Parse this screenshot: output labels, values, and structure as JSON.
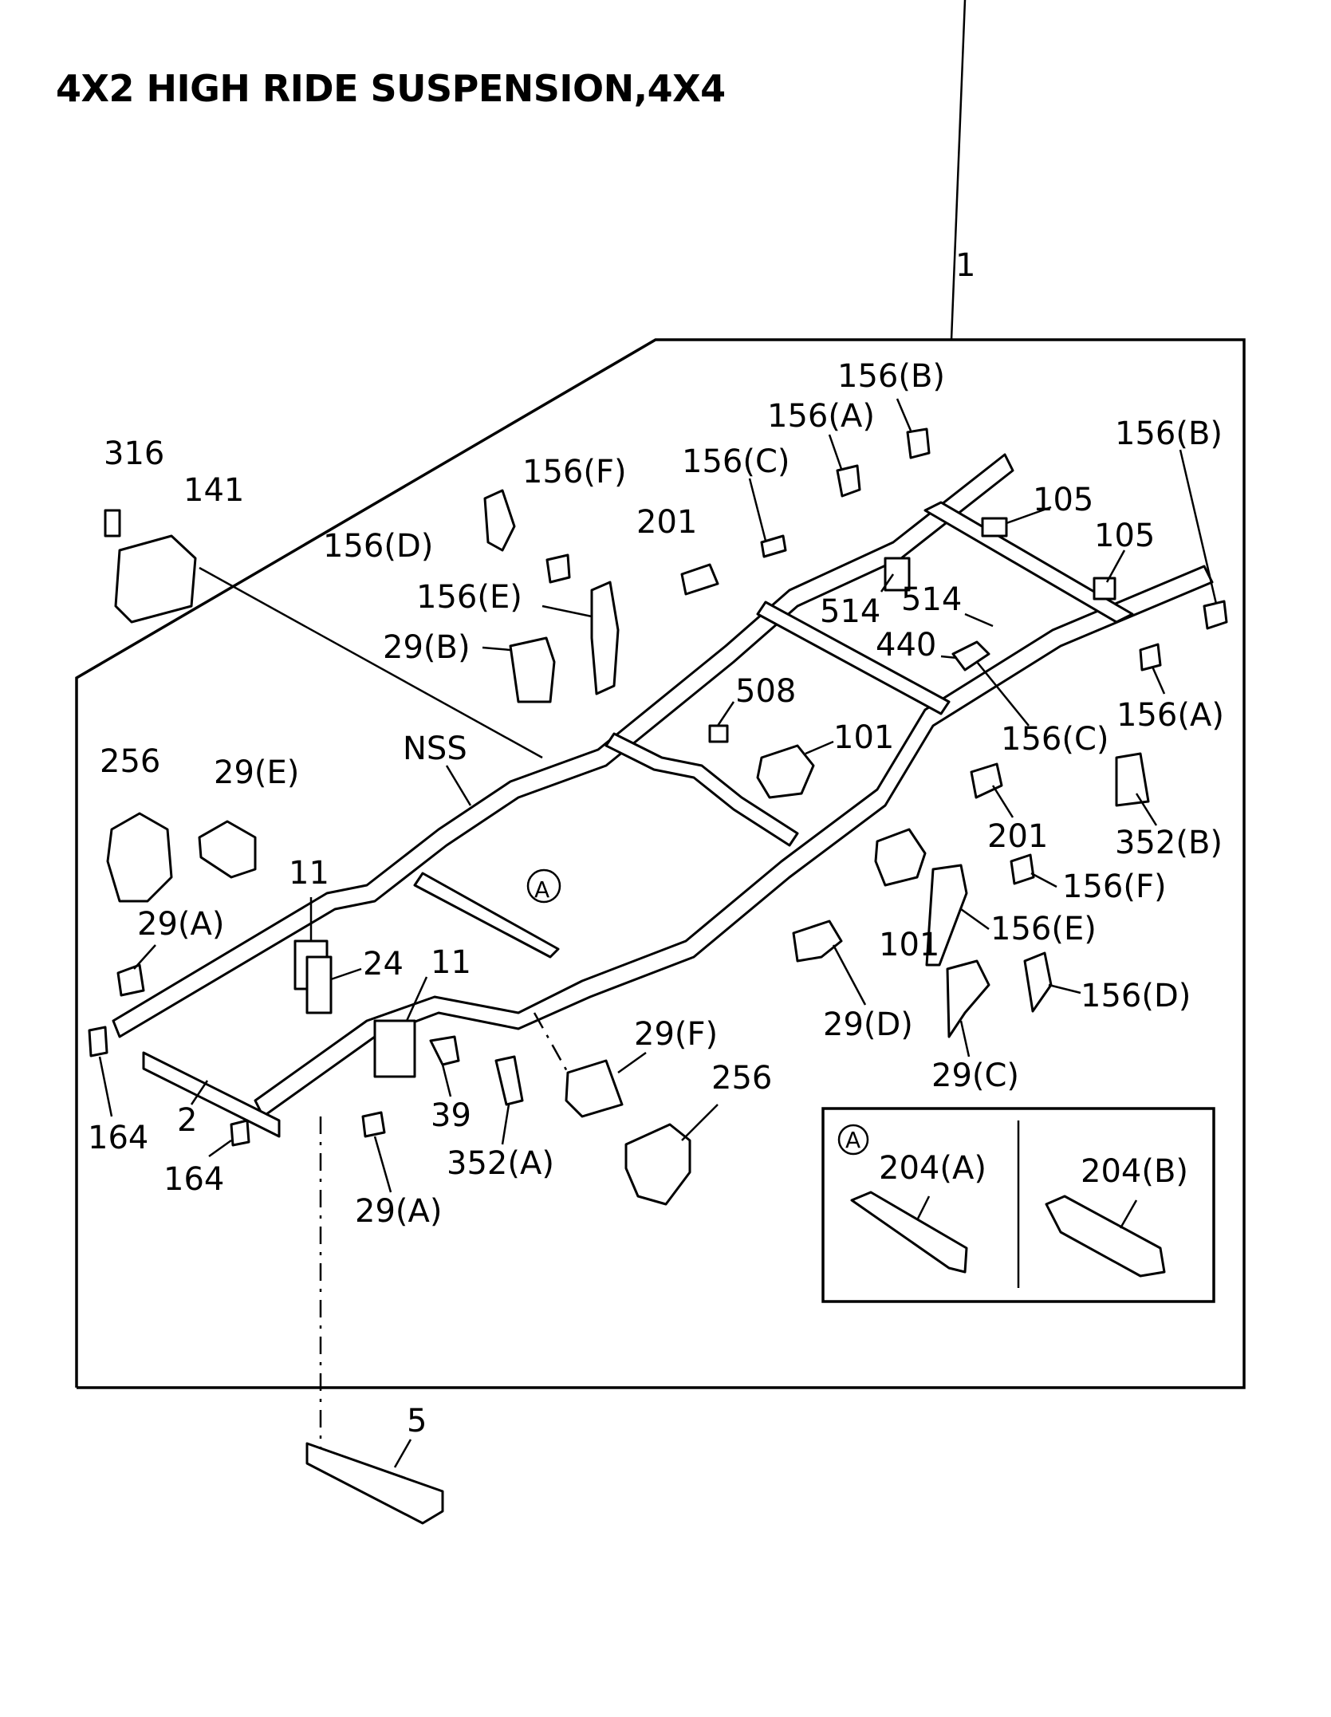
{
  "title": "4X2 HIGH RIDE SUSPENSION,4X4",
  "labels": {
    "p1": "1",
    "p316": "316",
    "p141": "141",
    "p156b_top": "156(B)",
    "p156a_top": "156(A)",
    "p156c_top": "156(C)",
    "p156f_top": "156(F)",
    "p156d_top": "156(D)",
    "p156e_top": "156(E)",
    "p201_top": "201",
    "p105_a": "105",
    "p105_b": "105",
    "p156b_right": "156(B)",
    "p514_a": "514",
    "p514_b": "514",
    "p440": "440",
    "p29b": "29(B)",
    "p508": "508",
    "p156c_right": "156(C)",
    "p156a_right": "156(A)",
    "p101_top": "101",
    "p256_left": "256",
    "p29e": "29(E)",
    "pNSS": "NSS",
    "p201_right": "201",
    "p352b": "352(B)",
    "p11_a": "11",
    "pA_circle": "A",
    "p156f_right": "156(F)",
    "p29a_left": "29(A)",
    "p101_mid": "101",
    "p156e_right": "156(E)",
    "p24": "24",
    "p11_b": "11",
    "p156d_right": "156(D)",
    "p29d": "29(D)",
    "p29f": "29(F)",
    "p29c": "29(C)",
    "p256_right": "256",
    "p164_a": "164",
    "p2": "2",
    "p39": "39",
    "p352a": "352(A)",
    "p164_b": "164",
    "p29a_bottom": "29(A)",
    "p5": "5",
    "inset_A": "A",
    "p204a": "204(A)",
    "p204b": "204(B)"
  }
}
